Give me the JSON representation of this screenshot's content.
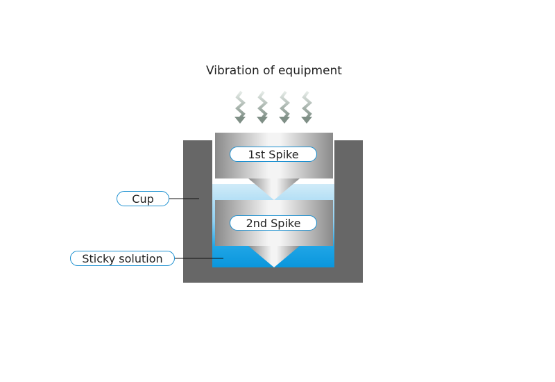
{
  "title": "Vibration of equipment",
  "labels": {
    "spike1": "1st Spike",
    "spike2": "2nd Spike",
    "cup": "Cup",
    "solution": "Sticky solution"
  },
  "colors": {
    "cup": "#676767",
    "solution_deep": "#0d9be0",
    "solution_light": "#c8e6f6",
    "vibration_arrow": "#8a9a90",
    "label_border": "#1a8fd0"
  },
  "icons": [
    "wavy-arrow-icon"
  ]
}
